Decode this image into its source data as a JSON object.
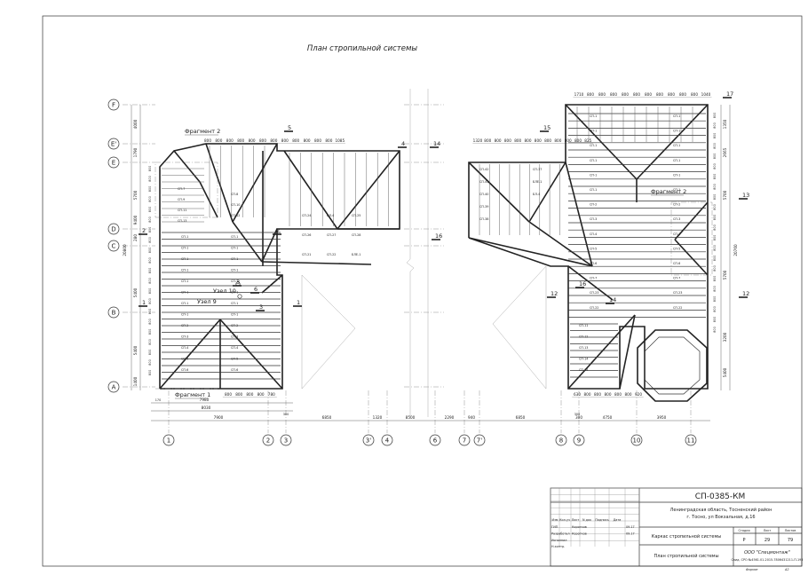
{
  "sheet_title": "План стропильной системы",
  "axes": {
    "letters": [
      "F",
      "E'",
      "E",
      "D",
      "C",
      "B",
      "A"
    ],
    "numbers": [
      "1",
      "2",
      "3",
      "3'",
      "4",
      "6",
      "7",
      "7'",
      "8",
      "9",
      "10",
      "11"
    ]
  },
  "dims": {
    "left_vertical": [
      "4000",
      "1790",
      "5700",
      "9400",
      "280",
      "20800",
      "5400",
      "5400",
      "1400"
    ],
    "right_vertical": [
      "1350",
      "2665",
      "5700",
      "20760",
      "5700",
      "3200",
      "5400"
    ],
    "bottom": [
      "7900",
      "6850",
      "1320",
      "8500",
      "2290",
      "940",
      "6850",
      "300",
      "4750",
      "3950"
    ],
    "bottom_sub": [
      "7980",
      "8030",
      "170",
      "300"
    ],
    "top_left": [
      "800",
      "800",
      "800",
      "800",
      "800",
      "800",
      "800",
      "800",
      "800",
      "800",
      "800",
      "800",
      "1085"
    ],
    "top_mid": [
      "1320",
      "800",
      "800",
      "800",
      "800",
      "800",
      "800",
      "800",
      "800",
      "800",
      "800",
      "825"
    ],
    "top_right": [
      "1710",
      "800",
      "800",
      "800",
      "800",
      "800",
      "800",
      "800",
      "800",
      "800",
      "800",
      "1040"
    ],
    "bottom_left_spacing": [
      "800",
      "800",
      "800",
      "800",
      "780"
    ],
    "bottom_right_spacing": [
      "630",
      "800",
      "800",
      "800",
      "800",
      "800",
      "920"
    ]
  },
  "labels": {
    "fragment1": "Фрагмент 1",
    "fragment2_left": "Фрагмент 2",
    "fragment2_right": "Фрагмент 2",
    "node9": "Узел 9",
    "node10": "Узел 10",
    "cut_marks": [
      "1",
      "1",
      "2",
      "2",
      "3",
      "3",
      "4",
      "5",
      "6",
      "12",
      "12",
      "13",
      "14",
      "14",
      "15",
      "16",
      "16",
      "17"
    ]
  },
  "beams": {
    "left_rows": [
      "СП-1",
      "СП-1",
      "СП-1",
      "СП-1",
      "СП-1",
      "СП-1",
      "СП-1",
      "СП-1",
      "СП-2",
      "СП-3",
      "СП-4",
      "СП-5",
      "СП-6"
    ],
    "left_upper": [
      "СП-7",
      "СП-8",
      "СП-9",
      "СП-10",
      "СП-11",
      "СП-12",
      "СП-13"
    ],
    "mid_beams": [
      "СП-24",
      "БЛ-4",
      "СП-25",
      "СП-26",
      "СП-27",
      "СП-28",
      "СП-21",
      "СП-22",
      "БЛЕ-1"
    ],
    "right_rows": [
      "СП-1",
      "СП-1",
      "СП-1",
      "СП-1",
      "СП-1",
      "СП-1",
      "СП-2",
      "СП-3",
      "СП-4",
      "СП-5",
      "СП-6",
      "СП-7",
      "СП-23",
      "СП-22"
    ],
    "right_lower": [
      "СП-11",
      "СП-12",
      "СП-13",
      "СП-14",
      "СП-15"
    ],
    "right_mid": [
      "СП-42",
      "СП-41",
      "СП-40",
      "СП-39",
      "СП-38",
      "СП-37",
      "БЛЕ-1",
      "БЛ-4"
    ]
  },
  "stamp": {
    "code": "СП-0385-КМ",
    "address": [
      "Ленинградская область, Тосненский район",
      "г. Тосно, ул Вокзальная, д.16"
    ],
    "headers": [
      "Изм",
      "Кол.уч",
      "Лист",
      "N док",
      "Подпись",
      "Дата"
    ],
    "rows": [
      {
        "role": "ГИП",
        "name": "Коротков",
        "date": "09.17"
      },
      {
        "role": "Разработал",
        "name": "Коротков",
        "date": "09.17"
      },
      {
        "role": "Исполнил",
        "name": "",
        "date": ""
      },
      {
        "role": "Н.контр.",
        "name": "",
        "date": ""
      }
    ],
    "section": "Каркас стропильной системы",
    "drawing": "План стропильной системы",
    "col_stage": "Стадия",
    "col_sheet": "Лист",
    "col_sheets": "Листов",
    "stage": "Р",
    "sheet": "29",
    "sheets": "79",
    "company": "ООО \"Спецмонтаж\"",
    "license": "Свид. СРО №4561.01-2015-7806431211-П-193",
    "format_label": "Формат",
    "format": "А2"
  }
}
